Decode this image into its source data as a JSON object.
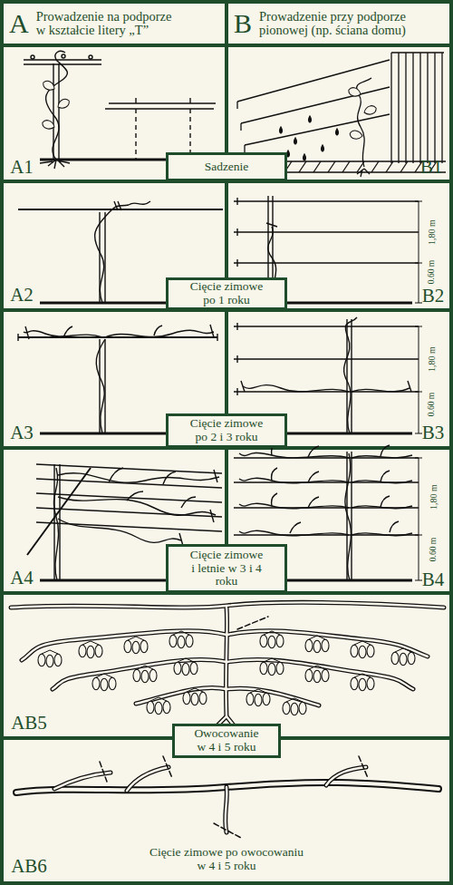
{
  "diagram": {
    "nodes": [
      {
        "text": [
          "A",
          "Prowadzenie na podporze w kształcie litery „T”"
        ]
      },
      {
        "text": [
          "B",
          "Prowadzenie przy podporze pionowej (np. ściana domu)"
        ]
      },
      {
        "text": [
          "Sadzenie"
        ]
      },
      {
        "text": [
          "Cięcie zimowe po 1 roku"
        ]
      },
      {
        "text": [
          "Cięcie zimowe po 2 i 3 roku"
        ]
      },
      {
        "text": [
          "Cięcie zimowe i letnie w 3 i 4 roku"
        ]
      },
      {
        "text": [
          "Owocowanie w 4 i 5 roku"
        ]
      }
    ],
    "labels": [
      "A1",
      "B1",
      "A2",
      "1,80 m",
      "0.60 m",
      "B2",
      "A3",
      "1,80 m",
      "0.60 m",
      "B3",
      "A4",
      "1,80 m",
      "0.60 m",
      "B4",
      "AB5",
      "AB6",
      "Cięcie zimowe po owocowaniu w 4 i 5 roku"
    ]
  }
}
